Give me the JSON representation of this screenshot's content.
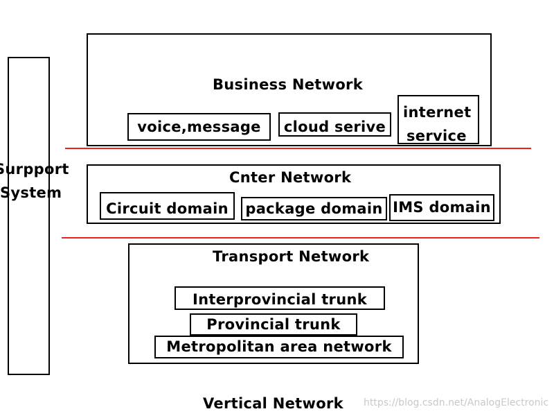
{
  "support_system": {
    "line1": "Surpport",
    "line2": "System"
  },
  "business_network": {
    "title": "Business Network",
    "items": [
      "voice,message",
      "cloud serive",
      "internet",
      "service"
    ]
  },
  "center_network": {
    "title": "Cnter Network",
    "items": [
      "Circuit domain",
      "package domain",
      "IMS domain"
    ]
  },
  "transport_network": {
    "title": "Transport Network",
    "items": [
      "Interprovincial trunk",
      "Provincial trunk",
      "Metropolitan area network"
    ]
  },
  "footer": {
    "title": "Vertical Network",
    "watermark": "https://blog.csdn.net/AnalogElectronic"
  },
  "colors": {
    "separator": "#e8231e",
    "border": "#000000",
    "watermark": "#c9c9c9"
  }
}
